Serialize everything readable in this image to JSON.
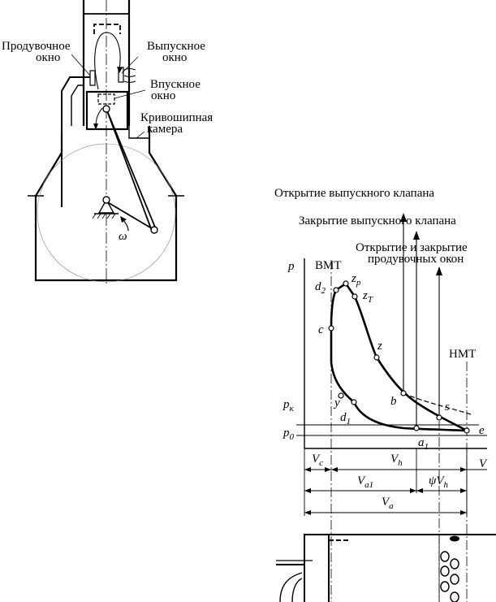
{
  "engine": {
    "scavenge_port": [
      "Продувочное",
      "окно"
    ],
    "exhaust_port": [
      "Выпускное",
      "окно"
    ],
    "intake_port": [
      "Впускное",
      "окно"
    ],
    "crankcase": [
      "Кривошипная",
      "камера"
    ],
    "omega": "ω"
  },
  "diagram": {
    "opening_exhaust_valve": "Открытие выпускного клапана",
    "closing_exhaust_valve": "Закрытие выпускного клапана",
    "scavenge_ports": [
      "Открытие и закрытие",
      "продувочных окон"
    ],
    "axis_p": "p",
    "axis_v": "V",
    "tdc": "ВМТ",
    "bdc": "НМТ",
    "points": {
      "d2": "d",
      "d2_sub": "2",
      "zp": "z",
      "zp_sub": "p",
      "zt": "z",
      "zt_sub": "T",
      "c": "c",
      "z": "z",
      "y": "y",
      "d1": "d",
      "d1_sub": "1",
      "b": "b",
      "s": "s",
      "e": "e",
      "a1": "a",
      "a1_sub": "1"
    },
    "pk": "p",
    "pk_sub": "к",
    "p0": "p",
    "p0_sub": "0",
    "vc": "V",
    "vc_sub": "c",
    "vh": "V",
    "vh_sub": "h",
    "psi_vh": "ψV",
    "psi_vh_sub": "h",
    "va1": "V",
    "va1_sub": "a1",
    "va": "V",
    "va_sub": "a"
  }
}
